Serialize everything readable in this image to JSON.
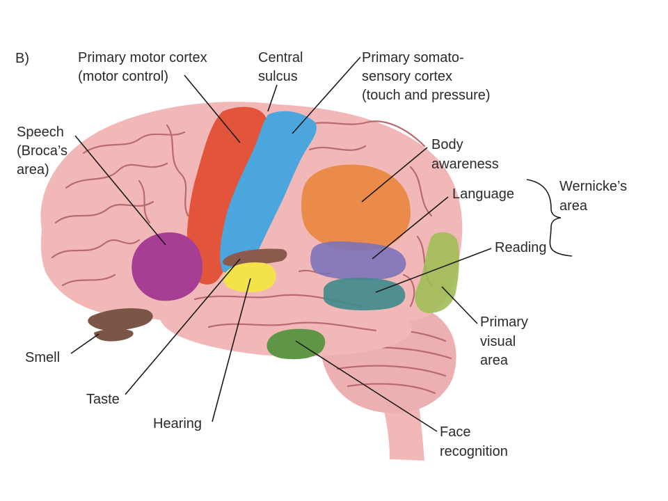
{
  "panel_letter": "B)",
  "labels": {
    "motor_line1": "Primary motor cortex",
    "motor_line2": "(motor control)",
    "central_line1": "Central",
    "central_line2": "sulcus",
    "somato_line1": "Primary somato-",
    "somato_line2": "sensory cortex",
    "somato_line3": "(touch and pressure)",
    "speech_line1": "Speech",
    "speech_line2": "(Broca’s",
    "speech_line3": "area)",
    "body_line1": "Body",
    "body_line2": "awareness",
    "language": "Language",
    "wernicke_line1": "Wernicke’s",
    "wernicke_line2": "area",
    "reading": "Reading",
    "visual_line1": "Primary",
    "visual_line2": "visual",
    "visual_line3": "area",
    "smell": "Smell",
    "taste": "Taste",
    "hearing": "Hearing",
    "face_line1": "Face",
    "face_line2": "recognition"
  },
  "colors": {
    "brain": "#f2b8b8",
    "brain_outline": "#d38d92",
    "cerebellum": "#edb0b2",
    "motor": "#e2553a",
    "somatosensory": "#4aa6dd",
    "broca": "#a63e93",
    "body_awareness": "#e8843a",
    "language": "#7a72b8",
    "reading": "#3f8a8c",
    "visual": "#9fbe55",
    "smell": "#7b5545",
    "taste": "#8a5a4c",
    "hearing": "#f4e24a",
    "face": "#5e9646"
  }
}
